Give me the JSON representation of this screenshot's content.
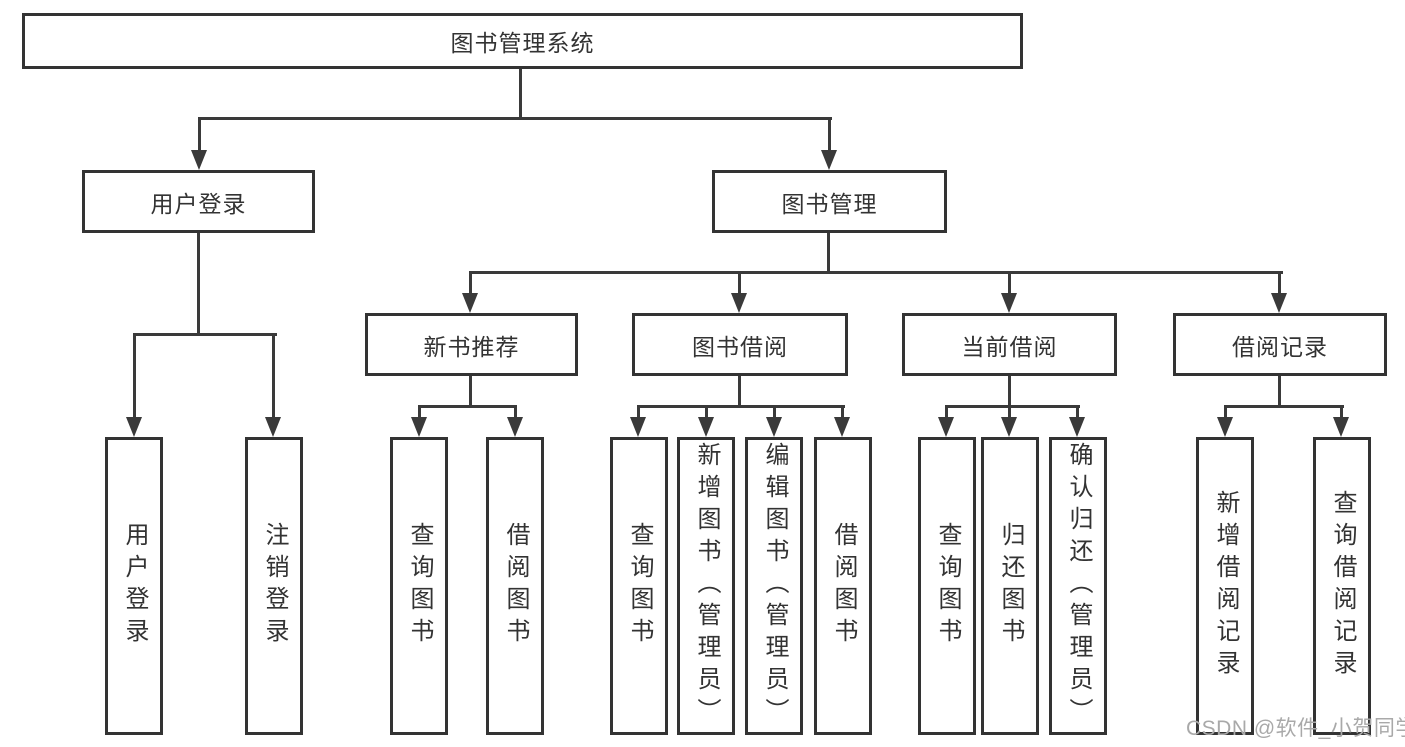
{
  "diagram_title": "图书管理系统",
  "watermark": "CSDN @软件_小贺同学",
  "colors": {
    "line": "#3a3a3a",
    "box_border": "#333333",
    "text": "#333333",
    "watermark": "#a9a9a9",
    "background": "#ffffff"
  },
  "nodes": {
    "root": {
      "label": "图书管理系统"
    },
    "user_login": {
      "label": "用户登录"
    },
    "book_management": {
      "label": "图书管理"
    },
    "new_book_recommend": {
      "label": "新书推荐"
    },
    "book_borrowing": {
      "label": "图书借阅"
    },
    "current_borrowing": {
      "label": "当前借阅"
    },
    "borrowing_records": {
      "label": "借阅记录"
    },
    "leaf_user_login": {
      "label": "用户登录"
    },
    "leaf_logout": {
      "label": "注销登录"
    },
    "leaf_query_books_recommend": {
      "label": "查询图书"
    },
    "leaf_borrow_books_recommend": {
      "label": "借阅图书"
    },
    "leaf_query_books_borrowing": {
      "label": "查询图书"
    },
    "leaf_add_book_admin": {
      "label": "新增图书（管理员）"
    },
    "leaf_edit_book_admin": {
      "label": "编辑图书（管理员）"
    },
    "leaf_borrow_books_borrowing": {
      "label": "借阅图书"
    },
    "leaf_query_books_current": {
      "label": "查询图书"
    },
    "leaf_return_book": {
      "label": "归还图书"
    },
    "leaf_confirm_return_admin": {
      "label": "确认归还（管理员）"
    },
    "leaf_add_borrow_record": {
      "label": "新增借阅记录"
    },
    "leaf_query_borrow_record": {
      "label": "查询借阅记录"
    }
  },
  "hierarchy": {
    "图书管理系统": {
      "用户登录": [
        "用户登录",
        "注销登录"
      ],
      "图书管理": {
        "新书推荐": [
          "查询图书",
          "借阅图书"
        ],
        "图书借阅": [
          "查询图书",
          "新增图书（管理员）",
          "编辑图书（管理员）",
          "借阅图书"
        ],
        "当前借阅": [
          "查询图书",
          "归还图书",
          "确认归还（管理员）"
        ],
        "借阅记录": [
          "新增借阅记录",
          "查询借阅记录"
        ]
      }
    }
  }
}
